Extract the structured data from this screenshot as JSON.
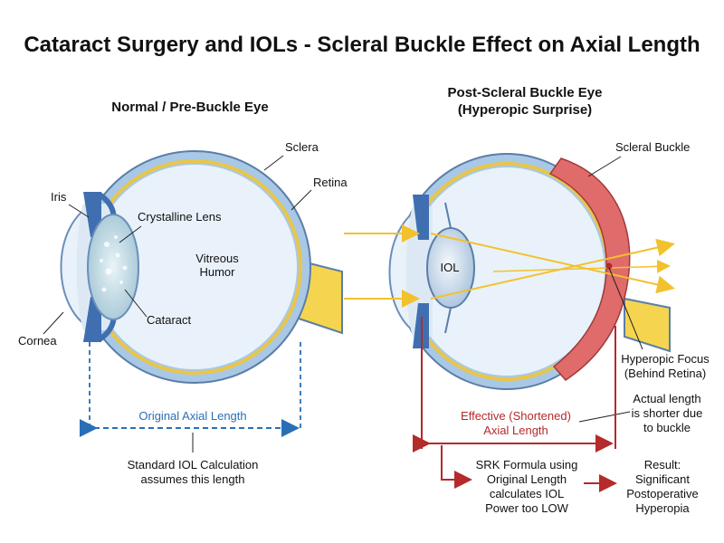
{
  "title": "Cataract Surgery and IOLs - Scleral Buckle Effect on Axial Length",
  "left": {
    "heading": "Normal / Pre-Buckle Eye",
    "labels": {
      "sclera": "Sclera",
      "retina": "Retina",
      "iris": "Iris",
      "lens": "Crystalline Lens",
      "vitreous_1": "Vitreous",
      "vitreous_2": "Humor",
      "cataract": "Cataract",
      "cornea": "Cornea"
    },
    "axial_length": "Original Axial Length",
    "note_1": "Standard IOL Calculation",
    "note_2": "assumes this length"
  },
  "right": {
    "heading_1": "Post-Scleral Buckle Eye",
    "heading_2": "(Hyperopic Surprise)",
    "labels": {
      "buckle": "Scleral Buckle",
      "iol": "IOL",
      "focus_1": "Hyperopic Focus",
      "focus_2": "(Behind Retina)",
      "actual_1": "Actual length",
      "actual_2": "is shorter due",
      "actual_3": "to buckle"
    },
    "effective_1": "Effective (Shortened)",
    "effective_2": "Axial Length",
    "srk": [
      "SRK Formula using",
      "Original Length",
      "calculates IOL",
      "Power too LOW"
    ],
    "result": [
      "Result:",
      "Significant",
      "Postoperative",
      "Hyperopia"
    ]
  },
  "colors": {
    "sclera": "#a9c8e6",
    "retina": "#e8c64a",
    "vitreous": "#e9f2fa",
    "iris": "#3f6fb0",
    "buckle": "#e06b6b",
    "blue_accent": "#2a6fb5",
    "red_accent": "#b52a2a",
    "ray": "#f2c12e"
  }
}
